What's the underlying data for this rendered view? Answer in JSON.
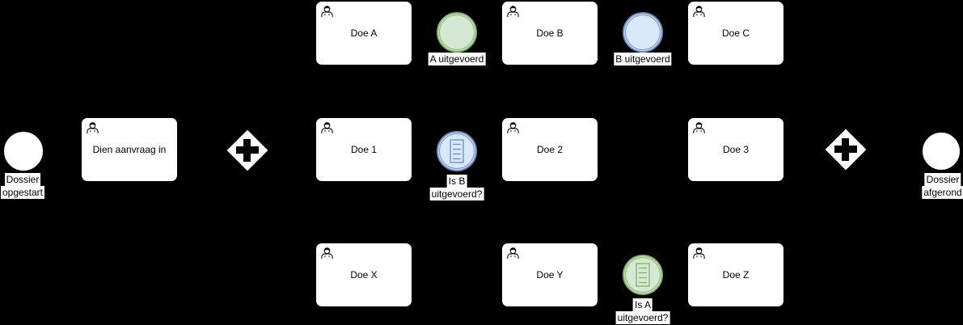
{
  "diagram": {
    "type": "bpmn-process",
    "background_color": "#000000",
    "colors": {
      "task_fill": "#ffffff",
      "task_stroke": "#000000",
      "green_event_fill": "#d5e8d4",
      "green_event_stroke": "#82b366",
      "blue_event_fill": "#dae8fc",
      "blue_event_stroke": "#6c8ebf",
      "gateway_fill": "#ffffff",
      "gateway_symbol": "#000000",
      "label_background": "#ffffff",
      "label_text": "#000000"
    },
    "start_event": {
      "label_lines": [
        "Dossier",
        "opgestart"
      ]
    },
    "end_event": {
      "label_lines": [
        "Dossier",
        "afgerond"
      ]
    },
    "gateways": [
      {
        "name": "parallel-split",
        "symbol": "plus"
      },
      {
        "name": "parallel-join",
        "symbol": "plus"
      }
    ],
    "tasks": [
      {
        "label": "Dien aanvraag in",
        "type": "user-task"
      },
      {
        "label": "Doe A",
        "type": "user-task"
      },
      {
        "label": "Doe B",
        "type": "user-task"
      },
      {
        "label": "Doe C",
        "type": "user-task"
      },
      {
        "label": "Doe 1",
        "type": "user-task"
      },
      {
        "label": "Doe 2",
        "type": "user-task"
      },
      {
        "label": "Doe 3",
        "type": "user-task"
      },
      {
        "label": "Doe X",
        "type": "user-task"
      },
      {
        "label": "Doe Y",
        "type": "user-task"
      },
      {
        "label": "Doe Z",
        "type": "user-task"
      }
    ],
    "intermediate_events": [
      {
        "label_lines": [
          "A uitgevoerd"
        ],
        "color": "green",
        "marker": "none"
      },
      {
        "label_lines": [
          "B uitgevoerd"
        ],
        "color": "blue",
        "marker": "none"
      },
      {
        "label_lines": [
          "Is B",
          "uitgevoerd?"
        ],
        "color": "blue",
        "marker": "conditional"
      },
      {
        "label_lines": [
          "Is A",
          "uitgevoerd?"
        ],
        "color": "green",
        "marker": "conditional"
      }
    ]
  }
}
